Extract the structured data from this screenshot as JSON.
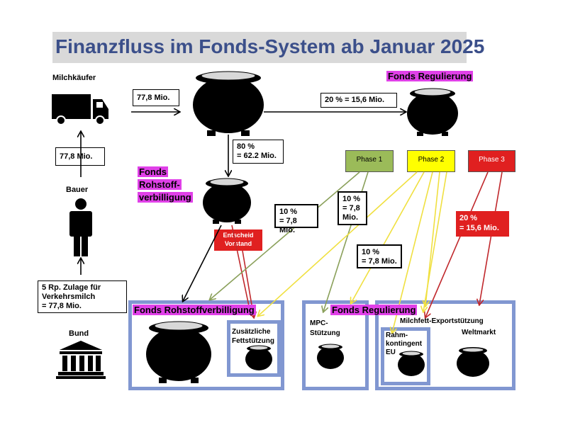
{
  "title": "Finanzfluss im Fonds-System ab Januar 2025",
  "labels": {
    "milchkaeufer": "Milchkäufer",
    "bauer": "Bauer",
    "bund": "Bund"
  },
  "boxes": {
    "bauer_to_kaeufer": "77,8 Mio.",
    "kaeufer_to_fonds": "77,8 Mio.",
    "regulierung_share": "20 % = 15,6 Mio.",
    "rohstoff_share_line1": "80 %",
    "rohstoff_share_line2": "= 62.2 Mio.",
    "bund_zulage_line1": "5 Rp. Zulage für",
    "bund_zulage_line2": "Verkehrsmilch",
    "bund_zulage_line3": "= 77,8 Mio."
  },
  "funds": {
    "regulierung_top": "Fonds Regulierung",
    "rohstoff_line1": "Fonds",
    "rohstoff_line2": "Rohstoff-",
    "rohstoff_line3": "verbilligung"
  },
  "phases": {
    "phase1": "Phase 1",
    "phase2": "Phase 2",
    "phase3": "Phase 3"
  },
  "phase_colors": {
    "phase1": "#9bbb59",
    "phase2": "#ffff00",
    "phase3": "#e02020"
  },
  "entscheid": {
    "line1": "Entscheid",
    "line2": "Vorstand"
  },
  "flows": {
    "p1_mpc_line1": "10 %",
    "p1_mpc_line2": "= 7,8",
    "p1_mpc_line3": "Mio.",
    "p2_rohstoff_line1": "10 %",
    "p2_rohstoff_line2": "= 7,8 Mio.",
    "p2_export_line1": "10 %",
    "p2_export_line2": "= 7,8 Mio.",
    "p3_line1": "20 %",
    "p3_line2": "= 15,6 Mio."
  },
  "bottom": {
    "rohstoff_title": "Fonds Rohstoffverbilligung",
    "fett_line1": "Zusätzliche",
    "fett_line2": "Fettstützung",
    "regulierung_title": "Fonds Regulierung",
    "mpc_line1": "MPC-",
    "mpc_line2": "Stützung",
    "export_title": "Milchfett-Exportstützung",
    "weltmarkt": "Weltmarkt",
    "rahm_line1": "Rahm-",
    "rahm_line2": "kontingent",
    "rahm_line3": "EU"
  }
}
